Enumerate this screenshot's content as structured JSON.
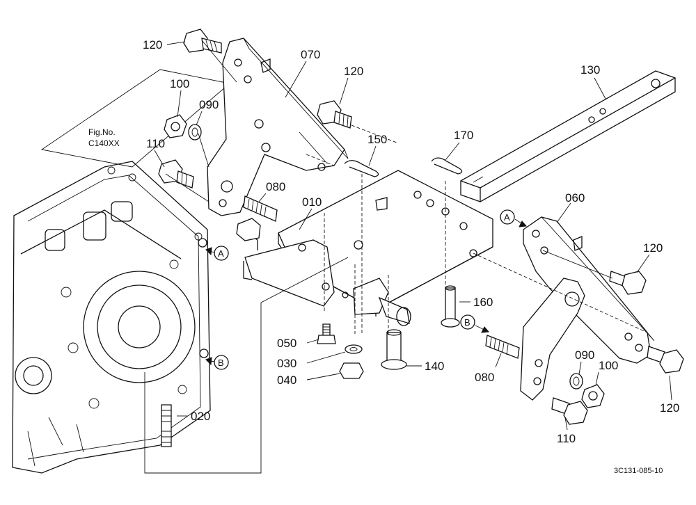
{
  "diagram": {
    "part_labels": {
      "p120_top": "120",
      "p070": "070",
      "p120_mid": "120",
      "p100_left": "100",
      "p090_left": "090",
      "p110_left": "110",
      "p080_left": "080",
      "p010": "010",
      "p150": "150",
      "p170": "170",
      "p130": "130",
      "p060": "060",
      "p120_right": "120",
      "p160": "160",
      "p050": "050",
      "p030": "030",
      "p040": "040",
      "p140": "140",
      "p020": "020",
      "p080_right": "080",
      "p090_right": "090",
      "p100_right": "100",
      "p110_right": "110",
      "p120_bottom": "120"
    },
    "figure_ref": {
      "line1": "Fig.No.",
      "line2": "C140XX"
    },
    "ref_letters": {
      "a_left": "A",
      "b_left": "B",
      "a_right": "A",
      "b_right": "B"
    },
    "drawing_id": "3C131-085-10"
  }
}
